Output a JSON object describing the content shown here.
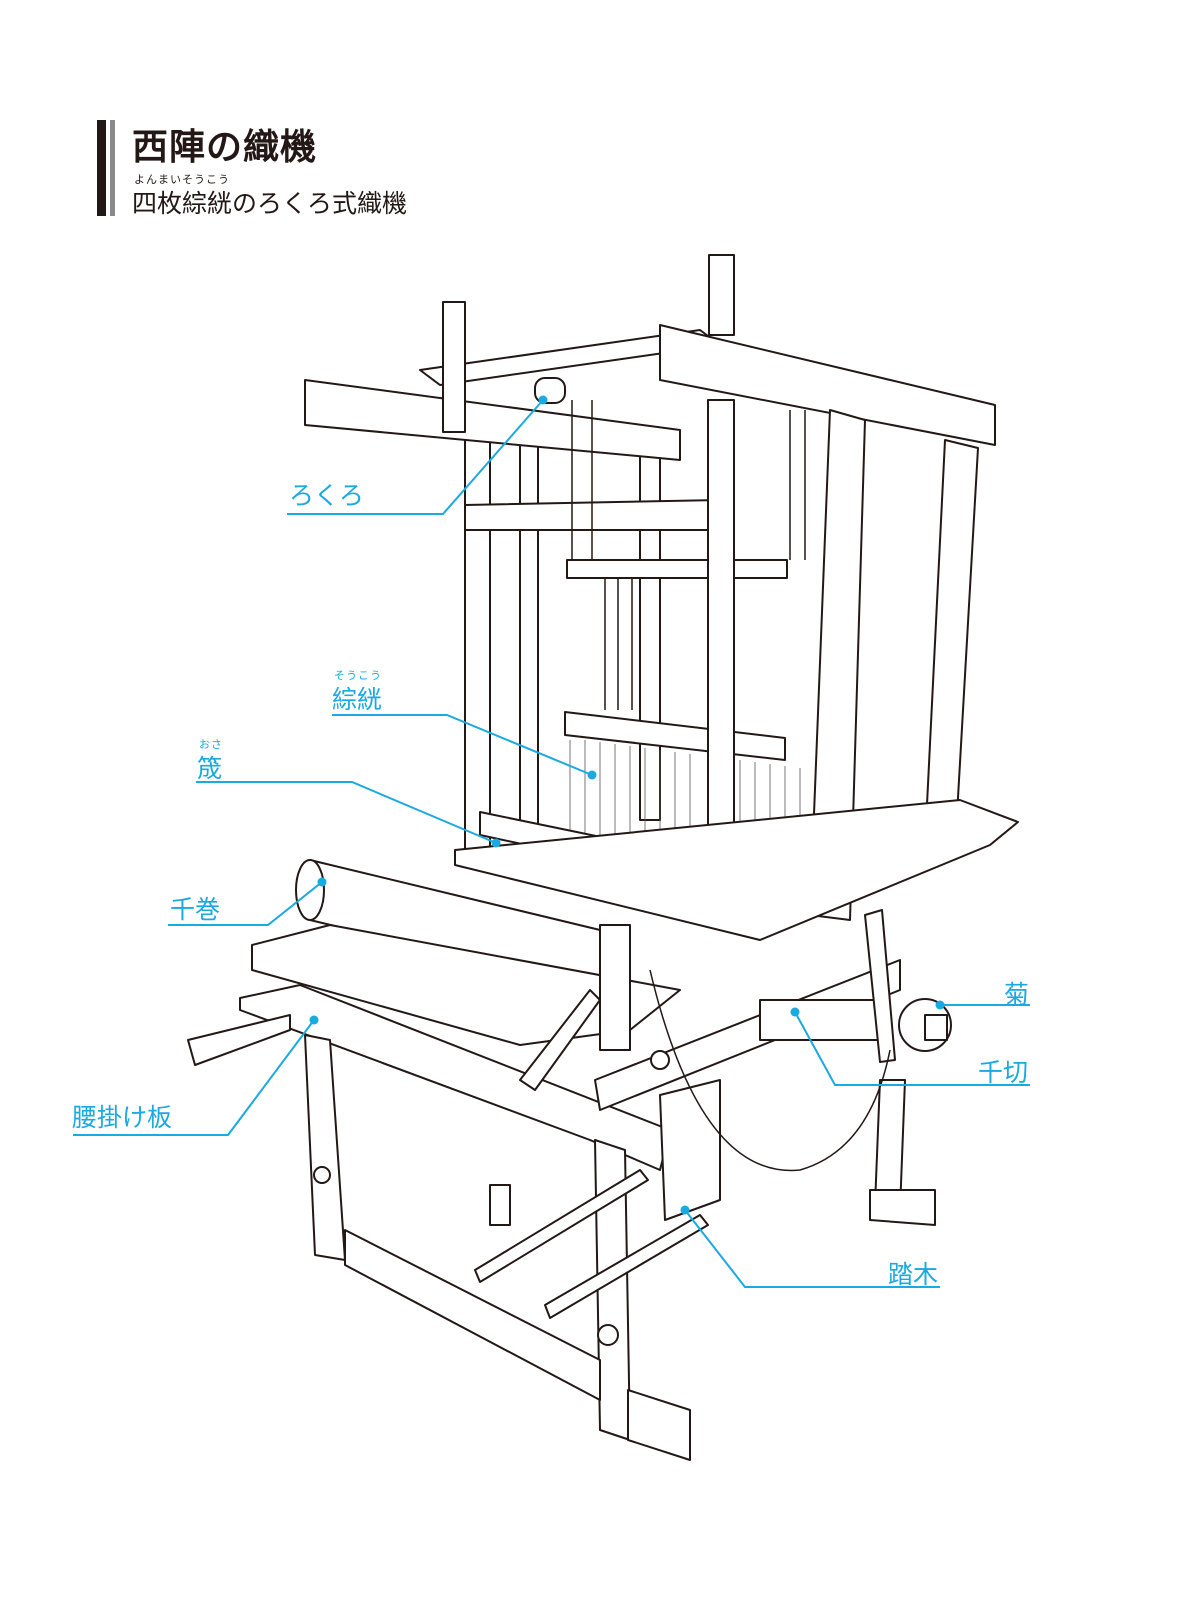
{
  "header": {
    "title": "西陣の織機",
    "subtitle_ruby": "よんまいそうこう",
    "subtitle": "四枚綜絖のろくろ式織機"
  },
  "labels": [
    {
      "id": "rokuro",
      "text": "ろくろ",
      "ruby": ""
    },
    {
      "id": "soukou",
      "text": "綜絖",
      "ruby": "そうこう"
    },
    {
      "id": "osa",
      "text": "筬",
      "ruby": "おさ"
    },
    {
      "id": "chimaki",
      "text": "千巻",
      "ruby": ""
    },
    {
      "id": "kiku",
      "text": "菊",
      "ruby": ""
    },
    {
      "id": "chigiri",
      "text": "千切",
      "ruby": ""
    },
    {
      "id": "koshikakeita",
      "text": "腰掛け板",
      "ruby": ""
    },
    {
      "id": "fumiki",
      "text": "踏木",
      "ruby": ""
    }
  ],
  "colors": {
    "accent": "#1aa9e0",
    "ink": "#231815"
  }
}
